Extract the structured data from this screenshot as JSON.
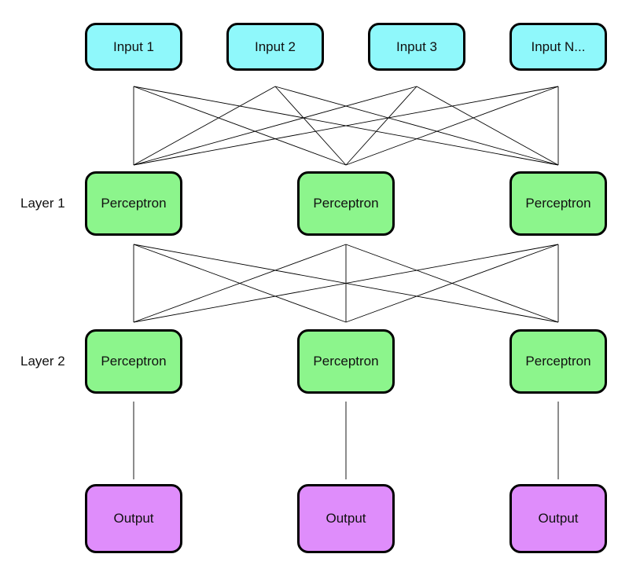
{
  "inputs": [
    {
      "label": "Input 1"
    },
    {
      "label": "Input 2"
    },
    {
      "label": "Input 3"
    },
    {
      "label": "Input N..."
    }
  ],
  "layers": [
    {
      "label": "Layer 1",
      "nodes": [
        "Perceptron",
        "Perceptron",
        "Perceptron"
      ]
    },
    {
      "label": "Layer 2",
      "nodes": [
        "Perceptron",
        "Perceptron",
        "Perceptron"
      ]
    }
  ],
  "outputs": [
    {
      "label": "Output"
    },
    {
      "label": "Output"
    },
    {
      "label": "Output"
    }
  ],
  "colors": {
    "input_fill": "#8ff8fb",
    "perceptron_fill": "#8cf58c",
    "output_fill": "#df8dfb",
    "border": "#000000"
  }
}
